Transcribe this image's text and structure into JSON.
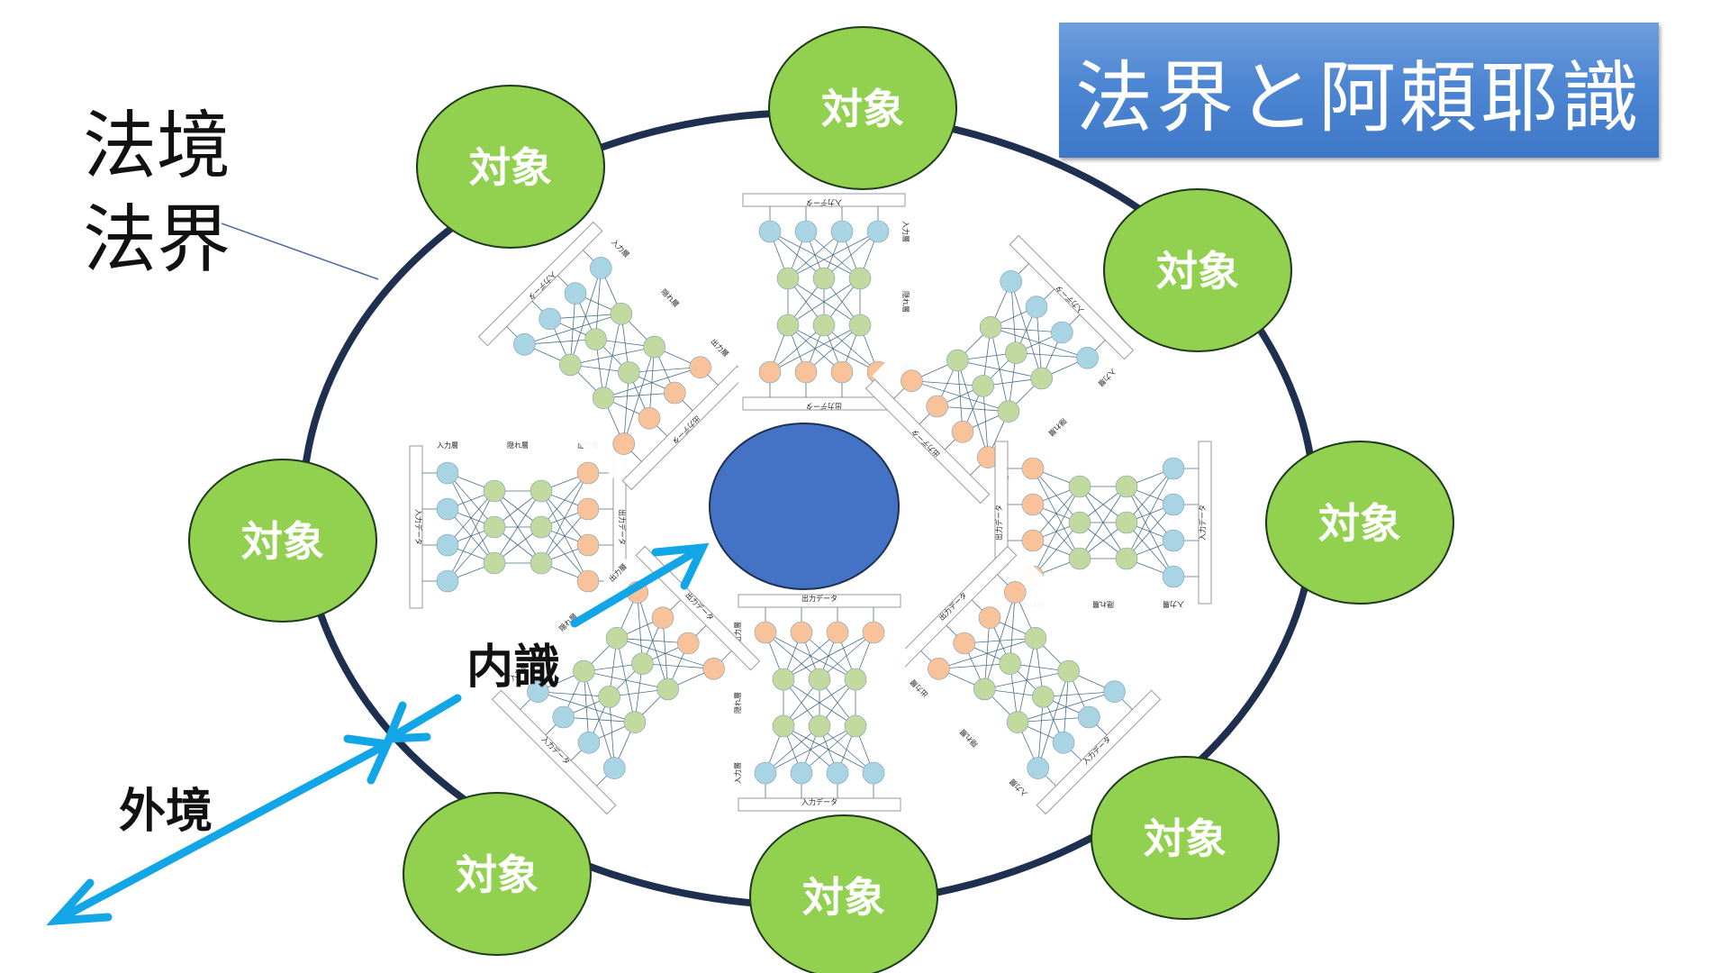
{
  "title": "法界と阿頼耶識",
  "labels": {
    "dharma_realm_line1": "法境",
    "dharma_realm_line2": "法界",
    "inner_consciousness": "内識",
    "outer_realm": "外境"
  },
  "objects": [
    "対象",
    "対象",
    "対象",
    "対象",
    "対象",
    "対象",
    "対象",
    "対象"
  ],
  "network_texts": {
    "input_layer": "入力層",
    "hidden_layer": "隠れ層",
    "output_layer": "出力層",
    "input_data": "入力データ",
    "output_data": "出力データ"
  },
  "colors": {
    "object_fill": "#92d050",
    "boundary_stroke": "#1f2f4f",
    "core_fill": "#4472c4",
    "arrow": "#12a6e6",
    "title_bg": "#4d86d2",
    "node_input": "#a9d4e4",
    "node_hidden": "#c2d99f",
    "node_output": "#f8c39b"
  }
}
